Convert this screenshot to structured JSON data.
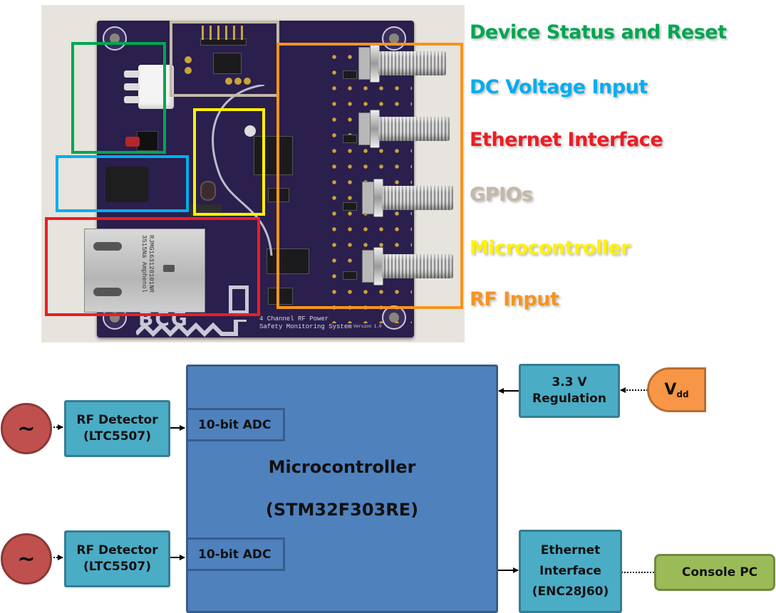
{
  "photo": {
    "description": "Photograph of 4-channel RF power safety monitoring PCB",
    "board_silkscreen": {
      "logo_letters": "BCG",
      "title_line1": "4 Channel RF Power",
      "title_line2": "Safety Monitoring System",
      "version": "Version 1.0"
    },
    "rj45_text": "RJMG163128101NR\n3515Na\nAmphenol",
    "highlights": [
      {
        "name": "device-status-and-reset",
        "color": "#00a651"
      },
      {
        "name": "dc-voltage-input",
        "color": "#00aeef"
      },
      {
        "name": "ethernet-interface",
        "color": "#ed1c24"
      },
      {
        "name": "gpios",
        "color": "#c4b9a8"
      },
      {
        "name": "microcontroller",
        "color": "#fff200"
      },
      {
        "name": "rf-input",
        "color": "#f7941d"
      }
    ]
  },
  "legend": {
    "items": [
      {
        "label": "Device Status and Reset",
        "color": "#00a651"
      },
      {
        "label": "DC Voltage Input",
        "color": "#00aeef"
      },
      {
        "label": "Ethernet Interface",
        "color": "#ed1c24"
      },
      {
        "label": "GPIOs",
        "color": "#c4b9a8"
      },
      {
        "label": "Microcontroller",
        "color": "#fff200"
      },
      {
        "label": "RF Input",
        "color": "#f7941d"
      }
    ]
  },
  "diagram": {
    "sources": [
      {
        "symbol": "~",
        "icon": "ac-source-icon"
      },
      {
        "symbol": "~",
        "icon": "ac-source-icon"
      }
    ],
    "rf_detectors": [
      {
        "line1": "RF Detector",
        "line2": "(LTC5507)"
      },
      {
        "line1": "RF Detector",
        "line2": "(LTC5507)"
      }
    ],
    "adcs": [
      "10-bit ADC",
      "10-bit ADC"
    ],
    "microcontroller": {
      "line1": "Microcontroller",
      "line2": "(STM32F303RE)"
    },
    "regulator": {
      "line1": "3.3 V",
      "line2": "Regulation"
    },
    "vdd": {
      "main": "V",
      "sub": "dd"
    },
    "ethernet": {
      "line1": "Ethernet",
      "line2": "Interface",
      "line3": "(ENC28J60)"
    },
    "console": {
      "label": "Console PC"
    },
    "colors": {
      "source": "#c0504d",
      "block": "#4bacc6",
      "mcu": "#4f81bd",
      "vdd": "#f79646",
      "console": "#9bbb59"
    }
  }
}
